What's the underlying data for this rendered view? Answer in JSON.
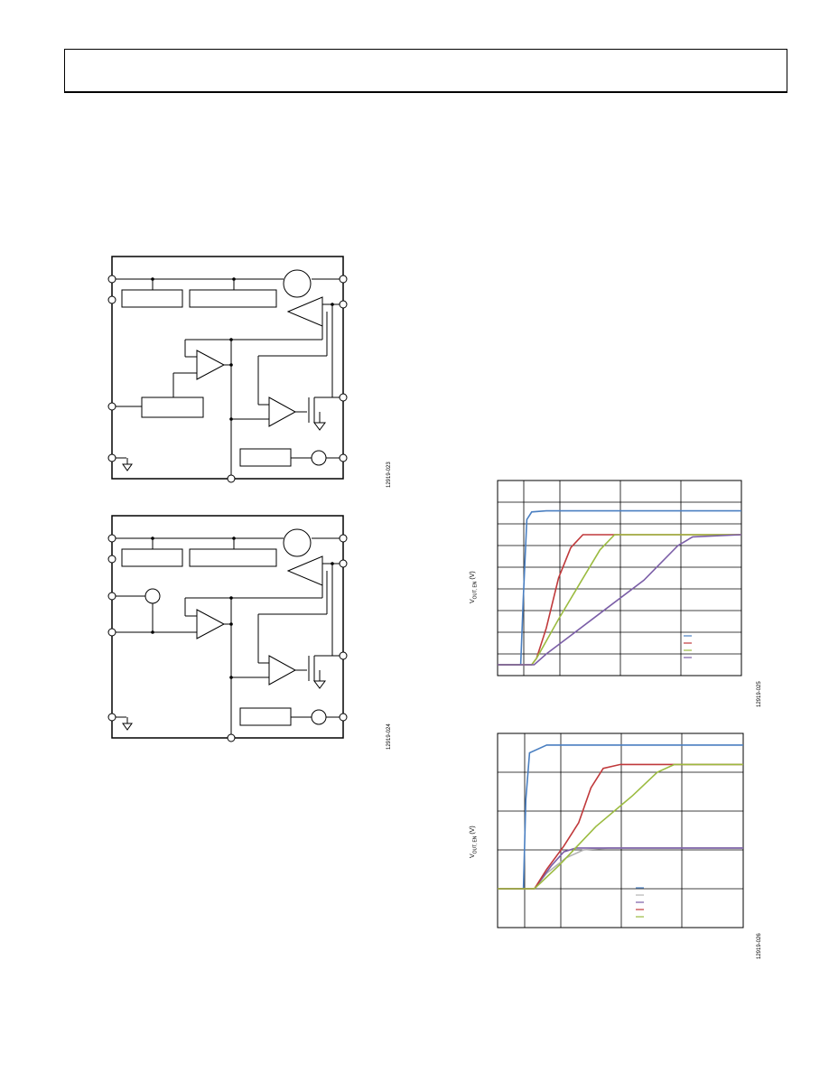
{
  "figures": [
    {
      "code": "12919-023"
    },
    {
      "code": "12919-024"
    },
    {
      "code": "12919-025",
      "ylabel_main": "V",
      "ylabel_sub": "OUT, EN",
      "ylabel_units": " (V)"
    },
    {
      "code": "12919-026",
      "ylabel_main": "V",
      "ylabel_sub": "OUT, EN",
      "ylabel_units": " (V)"
    }
  ],
  "colors": {
    "blue": "#4a7fc1",
    "red": "#c0393b",
    "green": "#9bbb40",
    "purple": "#7b5ea7",
    "gray": "#b3b3b3"
  },
  "chart_data": [
    {
      "type": "line",
      "title": "",
      "xlabel": "",
      "ylabel": "VOUT, EN (V)",
      "grid": true,
      "x_divisions": 4,
      "y_divisions": 9,
      "legend": "bottom-right",
      "series": [
        {
          "color": "#4a7fc1",
          "points": [
            [
              0,
              0.5
            ],
            [
              0.095,
              0.5
            ],
            [
              0.105,
              3.5
            ],
            [
              0.12,
              7.2
            ],
            [
              0.14,
              7.55
            ],
            [
              0.2,
              7.6
            ],
            [
              1,
              7.6
            ]
          ]
        },
        {
          "color": "#c0393b",
          "points": [
            [
              0,
              0.5
            ],
            [
              0.14,
              0.5
            ],
            [
              0.16,
              0.8
            ],
            [
              0.2,
              2.2
            ],
            [
              0.25,
              4.5
            ],
            [
              0.3,
              5.9
            ],
            [
              0.35,
              6.5
            ],
            [
              1,
              6.5
            ]
          ]
        },
        {
          "color": "#9bbb40",
          "points": [
            [
              0,
              0.5
            ],
            [
              0.14,
              0.5
            ],
            [
              0.16,
              0.8
            ],
            [
              0.25,
              2.6
            ],
            [
              0.34,
              4.3
            ],
            [
              0.42,
              5.8
            ],
            [
              0.48,
              6.5
            ],
            [
              1,
              6.5
            ]
          ]
        },
        {
          "color": "#7b5ea7",
          "points": [
            [
              0,
              0.5
            ],
            [
              0.15,
              0.5
            ],
            [
              0.2,
              1.0
            ],
            [
              0.4,
              2.7
            ],
            [
              0.6,
              4.4
            ],
            [
              0.74,
              6.0
            ],
            [
              0.8,
              6.4
            ],
            [
              1,
              6.5
            ]
          ]
        }
      ]
    },
    {
      "type": "line",
      "title": "",
      "xlabel": "",
      "ylabel": "VOUT, EN (V)",
      "grid": true,
      "x_divisions": 5,
      "y_divisions": 5,
      "legend": "bottom-center",
      "series": [
        {
          "color": "#4a7fc1",
          "points": [
            [
              0,
              1.0
            ],
            [
              0.105,
              1.0
            ],
            [
              0.115,
              3.3
            ],
            [
              0.13,
              4.5
            ],
            [
              0.2,
              4.7
            ],
            [
              1,
              4.7
            ]
          ]
        },
        {
          "color": "#b3b3b3",
          "points": [
            [
              0,
              1.0
            ],
            [
              0.15,
              1.0
            ],
            [
              0.2,
              1.4
            ],
            [
              0.28,
              1.8
            ],
            [
              0.35,
              2.0
            ],
            [
              0.45,
              2.05
            ],
            [
              1,
              2.05
            ]
          ]
        },
        {
          "color": "#7b5ea7",
          "points": [
            [
              0,
              1.0
            ],
            [
              0.15,
              1.0
            ],
            [
              0.22,
              1.6
            ],
            [
              0.27,
              1.95
            ],
            [
              0.32,
              2.05
            ],
            [
              1,
              2.05
            ]
          ]
        },
        {
          "color": "#c0393b",
          "points": [
            [
              0,
              1.0
            ],
            [
              0.15,
              1.0
            ],
            [
              0.2,
              1.5
            ],
            [
              0.27,
              2.1
            ],
            [
              0.33,
              2.7
            ],
            [
              0.38,
              3.6
            ],
            [
              0.43,
              4.1
            ],
            [
              0.5,
              4.2
            ],
            [
              1,
              4.2
            ]
          ]
        },
        {
          "color": "#9bbb40",
          "points": [
            [
              0,
              1.0
            ],
            [
              0.15,
              1.0
            ],
            [
              0.25,
              1.6
            ],
            [
              0.4,
              2.6
            ],
            [
              0.55,
              3.4
            ],
            [
              0.65,
              4.0
            ],
            [
              0.72,
              4.2
            ],
            [
              1,
              4.2
            ]
          ]
        }
      ]
    }
  ]
}
